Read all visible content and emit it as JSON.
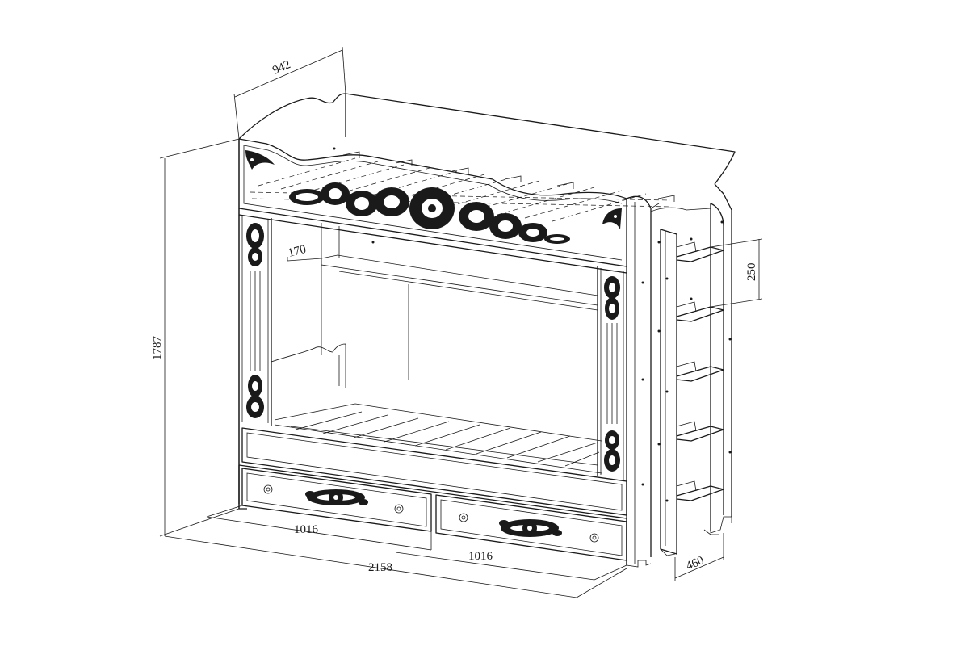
{
  "dimensions": {
    "depth": "942",
    "height": "1787",
    "drawer_width_1": "1016",
    "drawer_width_2": "1016",
    "length": "2158",
    "shelf_depth": "170",
    "ladder_step": "250",
    "ladder_depth": "460"
  },
  "colors": {
    "line": "#1a1a1a",
    "background": "#ffffff"
  }
}
